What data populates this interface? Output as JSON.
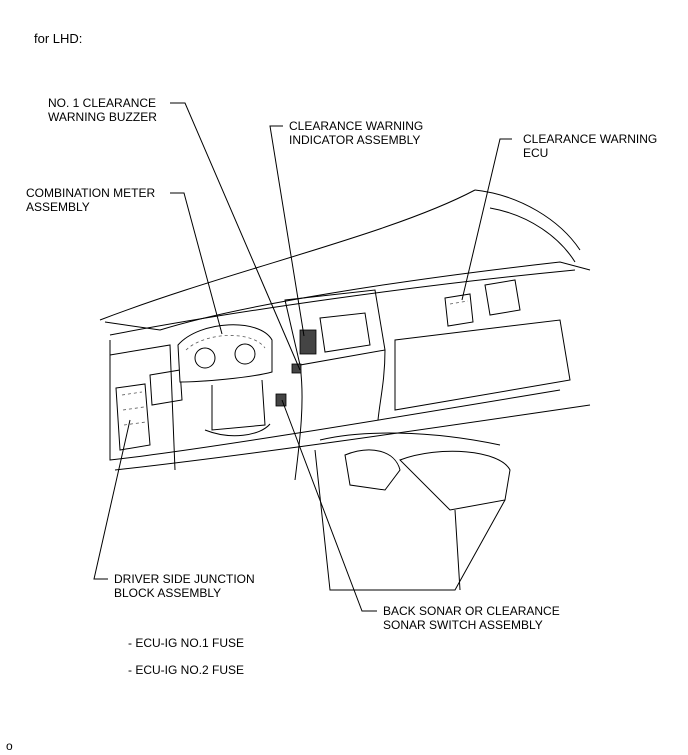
{
  "header": "for LHD:",
  "labels": {
    "buzzer": "NO. 1 CLEARANCE\nWARNING BUZZER",
    "indicator": "CLEARANCE WARNING\nINDICATOR ASSEMBLY",
    "ecu": "CLEARANCE WARNING\nECU",
    "meter": "COMBINATION METER\nASSEMBLY",
    "junction": "DRIVER SIDE JUNCTION\nBLOCK ASSEMBLY",
    "switch": "BACK SONAR OR CLEARANCE\nSONAR SWITCH ASSEMBLY"
  },
  "fuses": [
    "- ECU-IG NO.1 FUSE",
    "- ECU-IG NO.2 FUSE"
  ],
  "footer": "o"
}
